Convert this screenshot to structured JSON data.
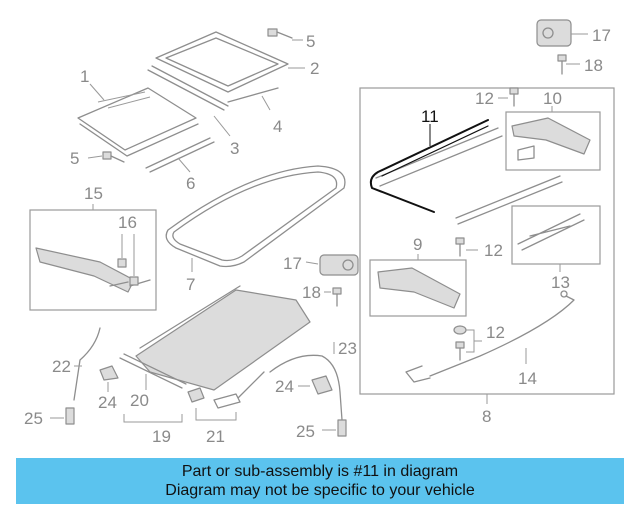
{
  "callouts": {
    "c1": "1",
    "c2": "2",
    "c3": "3",
    "c4": "4",
    "c5a": "5",
    "c5b": "5",
    "c6": "6",
    "c7": "7",
    "c8": "8",
    "c9": "9",
    "c10": "10",
    "c11": "11",
    "c12a": "12",
    "c12b": "12",
    "c12c": "12",
    "c13": "13",
    "c14": "14",
    "c15": "15",
    "c16": "16",
    "c17a": "17",
    "c17b": "17",
    "c18a": "18",
    "c18b": "18",
    "c19": "19",
    "c20": "20",
    "c21": "21",
    "c22": "22",
    "c23": "23",
    "c24a": "24",
    "c24b": "24",
    "c25a": "25",
    "c25b": "25"
  },
  "highlighted_part": "11",
  "banner": {
    "line1": "Part or sub-assembly is #11 in diagram",
    "line2": "Diagram may not be specific to your vehicle",
    "color": "#5bc3ee"
  }
}
